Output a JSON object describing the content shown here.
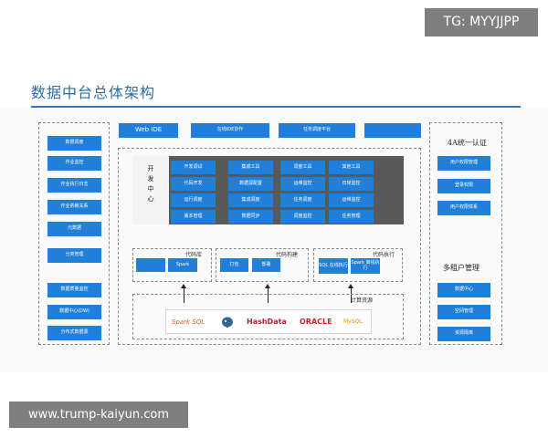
{
  "watermark_top": "TG: MYYJJPP",
  "watermark_bottom": "www.trump-kaiyun.com",
  "title": "数据中台总体架构",
  "left_column": {
    "top_items": [
      "数据调度",
      "作业监控",
      "作业执行日志",
      "作业依赖关系",
      "元数据",
      "分类管理"
    ],
    "bottom_items": [
      "数据质量监控",
      "数据中心(DW)",
      "分布式数据源"
    ]
  },
  "top_row": [
    "Web IDE",
    "在线IDE协作",
    "任务调度平台"
  ],
  "middle": {
    "vertical_label": "开发中心",
    "columns": [
      [
        "开发调试",
        "代码开发",
        "运行调度",
        "版本管理"
      ],
      [
        "集成工具",
        "数据源配置",
        "集成调度",
        "数据同步"
      ],
      [
        "调度工具",
        "运维监控",
        "任务调度",
        "调度监控"
      ],
      [
        "其他工具",
        "日常监控",
        "运维监控",
        "任务管理"
      ]
    ]
  },
  "sub_panels": {
    "code_repo": {
      "label": "代码库",
      "items": [
        "",
        "Spark"
      ]
    },
    "code_build": {
      "label": "代码构建",
      "items": [
        "打包",
        "部署"
      ]
    },
    "code_exec": {
      "label": "代码执行",
      "items": [
        "SQL 在线执行",
        "Spark 离线执行"
      ]
    }
  },
  "compute": {
    "label": "计算资源",
    "logos": [
      "Spark SQL",
      "Elephant",
      "HashData",
      "ORACLE",
      "MySQL"
    ]
  },
  "right_column": {
    "heading_top": "4A统一认证",
    "top_items": [
      "用户权限管理",
      "登录权限",
      "用户权限体系"
    ],
    "heading_bottom": "多租户管理",
    "bottom_items": [
      "数据中心",
      "空间管理",
      "资源隔离"
    ]
  },
  "colors": {
    "box_blue": "#1f7fd9",
    "title_blue": "#2e6da4",
    "rule_blue": "#3b74b5"
  }
}
